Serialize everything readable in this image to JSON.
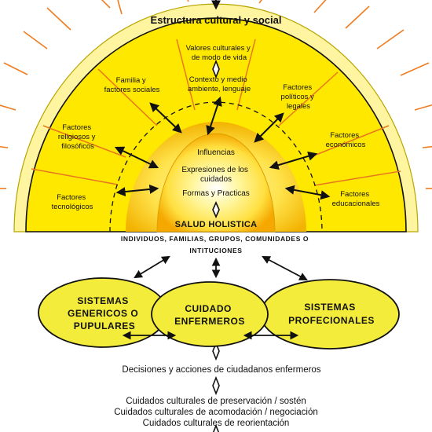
{
  "header": {
    "title": "Estructura cultural y social"
  },
  "upper_sectors": {
    "valores": [
      "Valores culturales y",
      "de modo de vida"
    ],
    "contexto": [
      "Contexto y medio",
      "ambiente, lenguaje"
    ],
    "familia": [
      "Familia y",
      "factores sociales"
    ],
    "politicos": [
      "Factores",
      "políticos y",
      "legales"
    ],
    "religiosos": [
      "Factores",
      "religiosos y",
      "filosóficos"
    ],
    "economicos": [
      "Factores",
      "económicos"
    ],
    "tecnologicos": [
      "Factores",
      "tecnológicos"
    ],
    "educacionales": [
      "Factores",
      "educacionales"
    ]
  },
  "inner_core": {
    "influencias": "Influencias",
    "expresiones": [
      "Expresiones de los",
      "cuidados"
    ],
    "formas": "Formas y Practicas",
    "salud": "SALUD HOLISTICA"
  },
  "population": [
    "INDIVIDUOS, FAMILIAS, GRUPOS, COMUNIDADES O",
    "INTITUCIONES"
  ],
  "systems": {
    "genericos": [
      "SISTEMAS",
      "GENERICOS O",
      "PUPULARES"
    ],
    "cuidado": [
      "CUIDADO",
      "ENFERMEROS"
    ],
    "profesionales": [
      "SISTEMAS",
      "PROFECIONALES"
    ]
  },
  "decisions": "Decisiones  y acciones  de ciudadanos enfermeros",
  "care_modes": [
    "Cuidados culturales de preservación / sostén",
    "Cuidados  culturales de acomodación / negociación",
    "Cuidados   culturales de reorientación"
  ],
  "colors": {
    "yellow": "#ffe800",
    "pale_yellow": "#fff38a",
    "ray": "#f07c20",
    "outline": "#111111"
  }
}
